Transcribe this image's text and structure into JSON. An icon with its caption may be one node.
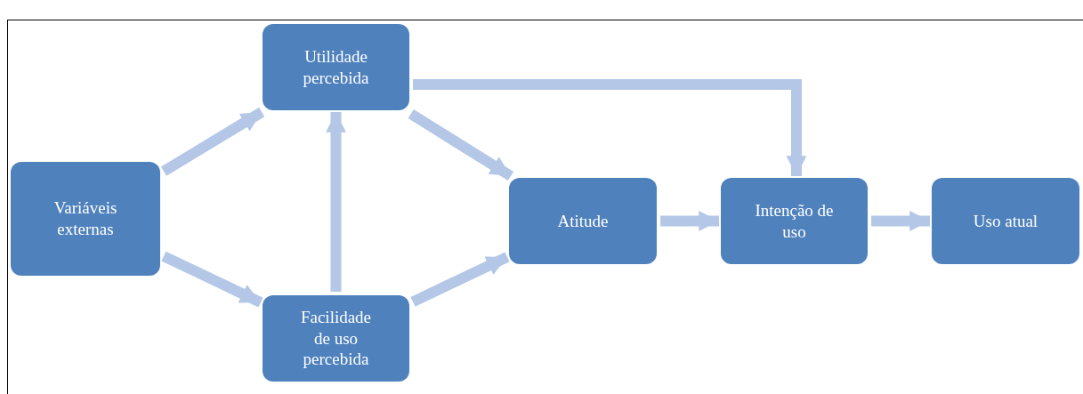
{
  "diagram": {
    "nodes": [
      {
        "text": [
          "Variáveis externas"
        ]
      },
      {
        "text": [
          "Utilidade percebida"
        ]
      },
      {
        "text": [
          "Facilidade de uso percebida"
        ]
      },
      {
        "text": [
          "Atitude"
        ]
      },
      {
        "text": [
          "Intenção de uso"
        ]
      },
      {
        "text": [
          "Uso atual"
        ]
      }
    ],
    "edges": [
      {
        "from": 0,
        "to": 1,
        "arrow": "to"
      },
      {
        "from": 0,
        "to": 2,
        "arrow": "to"
      },
      {
        "from": 2,
        "to": 1,
        "arrow": "to"
      },
      {
        "from": 1,
        "to": 3,
        "arrow": "to"
      },
      {
        "from": 2,
        "to": 3,
        "arrow": "to"
      },
      {
        "from": 1,
        "to": 4,
        "arrow": "to"
      },
      {
        "from": 3,
        "to": 4,
        "arrow": "to"
      },
      {
        "from": 4,
        "to": 5,
        "arrow": "to"
      }
    ]
  }
}
